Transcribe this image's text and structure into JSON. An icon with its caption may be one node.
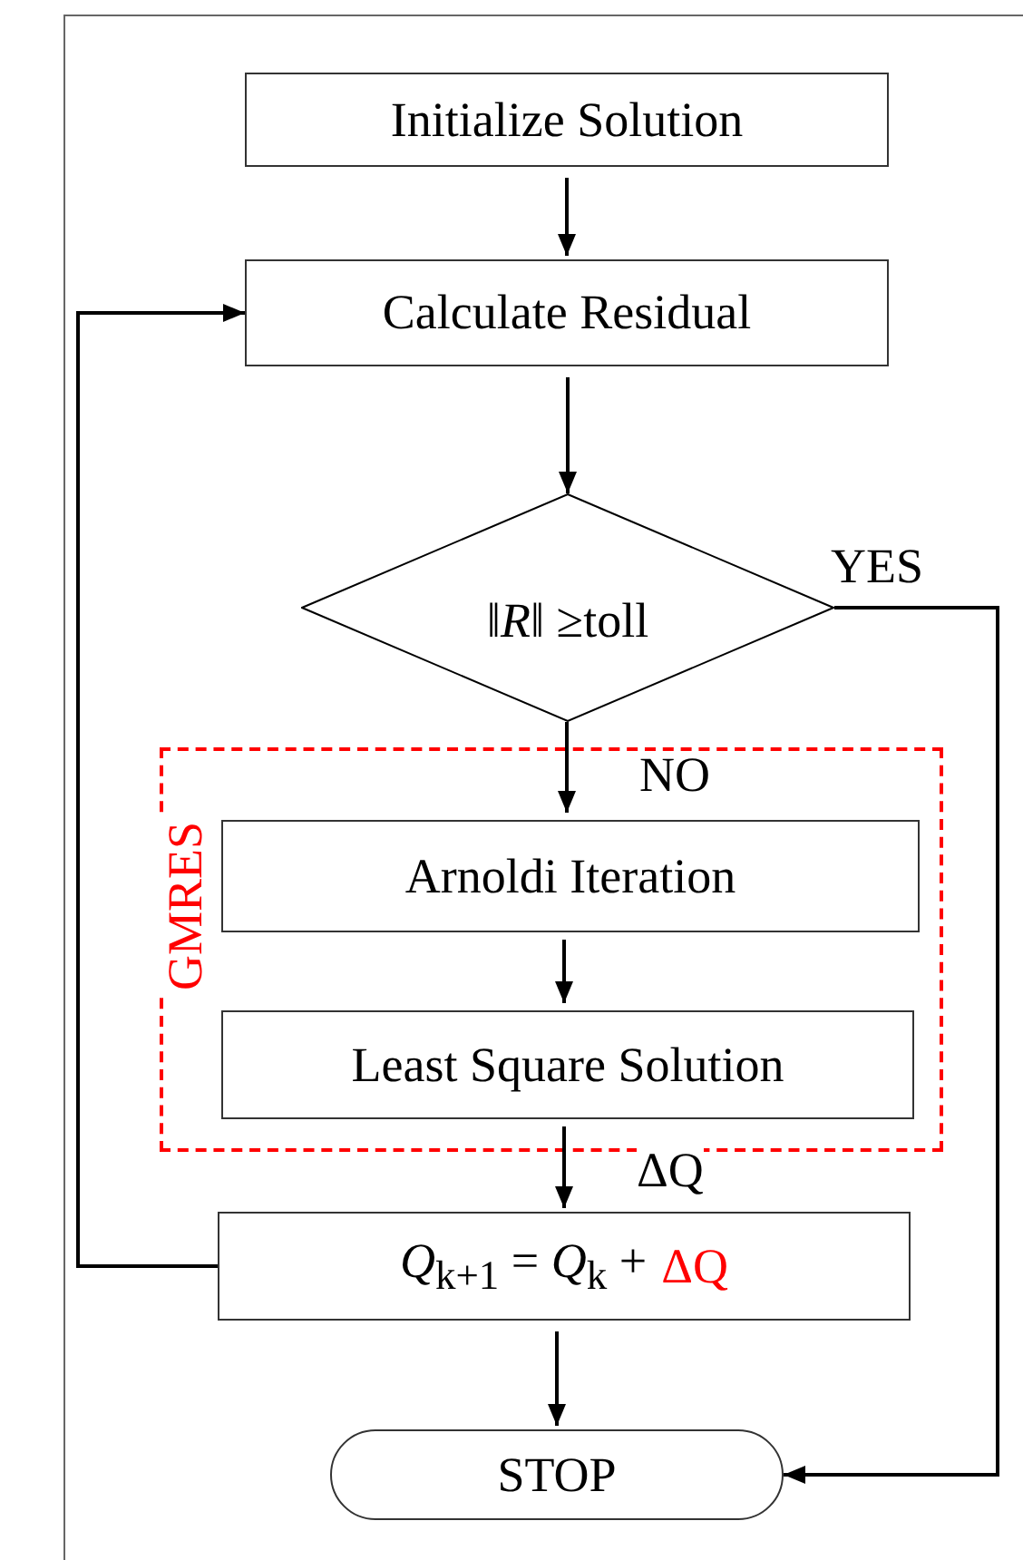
{
  "diagram": {
    "nodes": [
      {
        "text": [
          "Initialize Solution"
        ]
      },
      {
        "text": [
          "Calculate Residual"
        ]
      },
      {
        "text": [
          "‖*R*‖ ≥toll"
        ]
      },
      {
        "text": [
          "GMRES"
        ]
      },
      {
        "text": [
          "Arnoldi Iteration"
        ],
        "in": 3
      },
      {
        "text": [
          "Least Square Solution"
        ],
        "in": 3
      },
      {
        "text": [
          "*Q*$_{k+1}$ = *Q*$_{k}$ +",
          "ΔQ"
        ]
      },
      {
        "text": [
          "STOP"
        ]
      }
    ],
    "edges": [
      {
        "from": 0,
        "to": 1,
        "arrow": "to"
      },
      {
        "from": 1,
        "to": 2,
        "arrow": "to"
      },
      {
        "from": 2,
        "to": 4,
        "arrow": "to",
        "label": "NO"
      },
      {
        "from": 2,
        "to": 7,
        "arrow": "to",
        "label": "YES"
      },
      {
        "from": 4,
        "to": 5,
        "arrow": "to"
      },
      {
        "from": 5,
        "to": 6,
        "arrow": "to",
        "label": "ΔQ"
      },
      {
        "from": 6,
        "to": 7,
        "arrow": "to"
      },
      {
        "from": 6,
        "to": 1,
        "arrow": "to"
      }
    ]
  }
}
